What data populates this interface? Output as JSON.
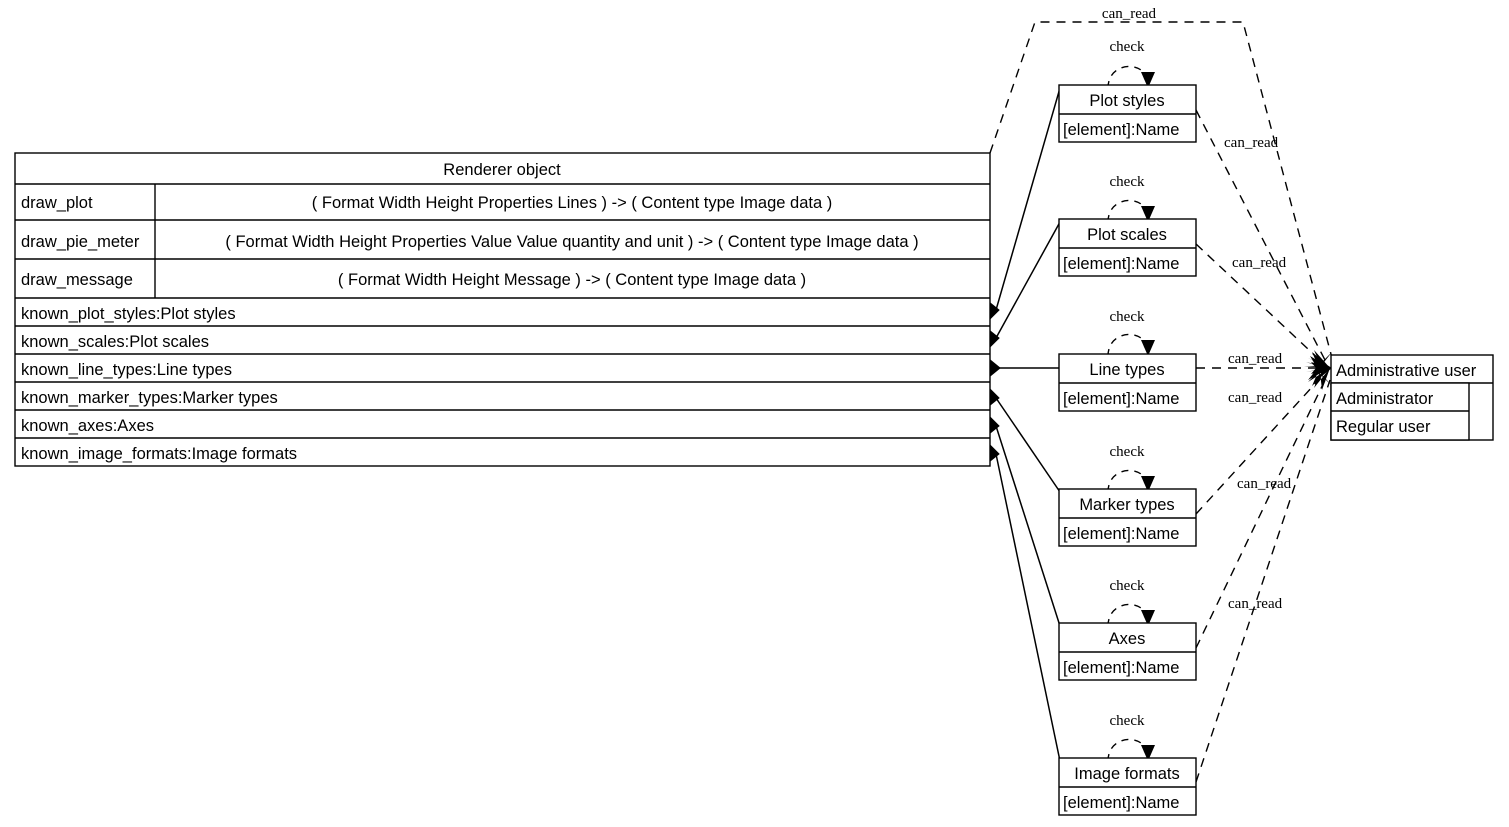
{
  "diagram": {
    "kind": "uml-class-diagram",
    "background_color": "#ffffff",
    "line_color": "#000000",
    "main_class": {
      "title": "Renderer object",
      "methods": [
        {
          "name": "draw_plot",
          "signature": "(        Format     Width     Height     Properties     Lines     )        -> (        Content type     Image data     )"
        },
        {
          "name": "draw_pie_meter",
          "signature": "(  Format  Width  Height  Properties  Value  Value quantity and unit  )   -> (  Content type  Image data  )"
        },
        {
          "name": "draw_message",
          "signature": "(        Format      Width      Height      Message      )            -> (        Content type      Image data      )"
        }
      ],
      "attributes": [
        "known_plot_styles:Plot styles",
        "known_scales:Plot scales",
        "known_line_types:Line types",
        "known_marker_types:Marker types",
        "known_axes:Axes",
        "known_image_formats:Image formats"
      ]
    },
    "element_classes": [
      {
        "title": "Plot styles",
        "attribute": "[element]:Name"
      },
      {
        "title": "Plot scales",
        "attribute": "[element]:Name"
      },
      {
        "title": "Line types",
        "attribute": "[element]:Name"
      },
      {
        "title": "Marker types",
        "attribute": "[element]:Name"
      },
      {
        "title": "Axes",
        "attribute": "[element]:Name"
      },
      {
        "title": "Image formats",
        "attribute": "[element]:Name"
      }
    ],
    "actor_class": {
      "title": "Administrative user",
      "rows": [
        "Administrator",
        "Regular user"
      ]
    },
    "edge_labels": {
      "check": "check",
      "can_read": "can_read"
    },
    "can_read_labels": [
      "can_read",
      "can_read",
      "can_read",
      "can_read",
      "can_read",
      "can_read",
      "can_read"
    ],
    "check_labels": [
      "check",
      "check",
      "check",
      "check",
      "check",
      "check"
    ]
  }
}
